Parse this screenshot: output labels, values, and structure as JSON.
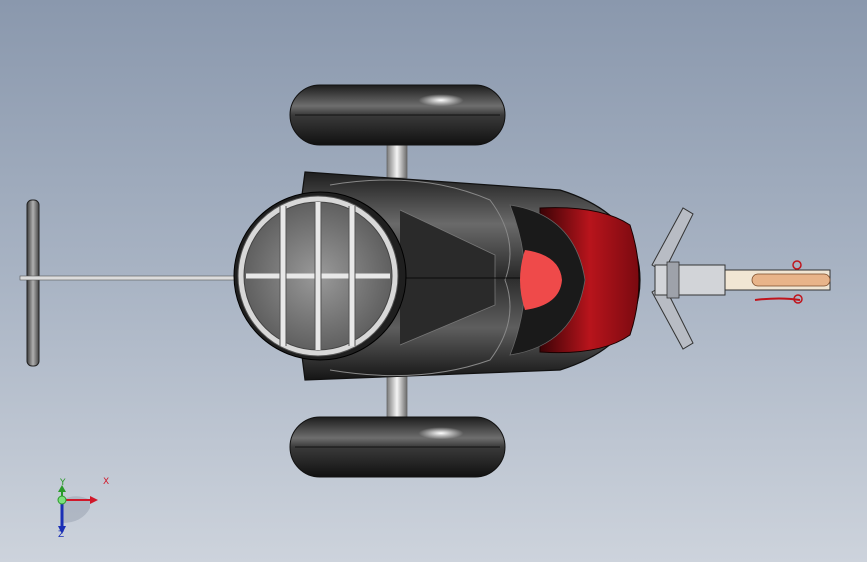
{
  "viewport": {
    "background_top": "#8a98ad",
    "background_bottom": "#cdd3dc"
  },
  "model": {
    "body_color": "#3c3c3c",
    "seat_color": "#b8141c",
    "tire_color": "#2f2f2f",
    "frame_color": "#e6e6e6"
  },
  "triad": {
    "x_label": "X",
    "y_label": "Y",
    "z_label": "Z",
    "x_color": "#d0182a",
    "y_color": "#2a9a2a",
    "z_color": "#1a2fb5"
  }
}
